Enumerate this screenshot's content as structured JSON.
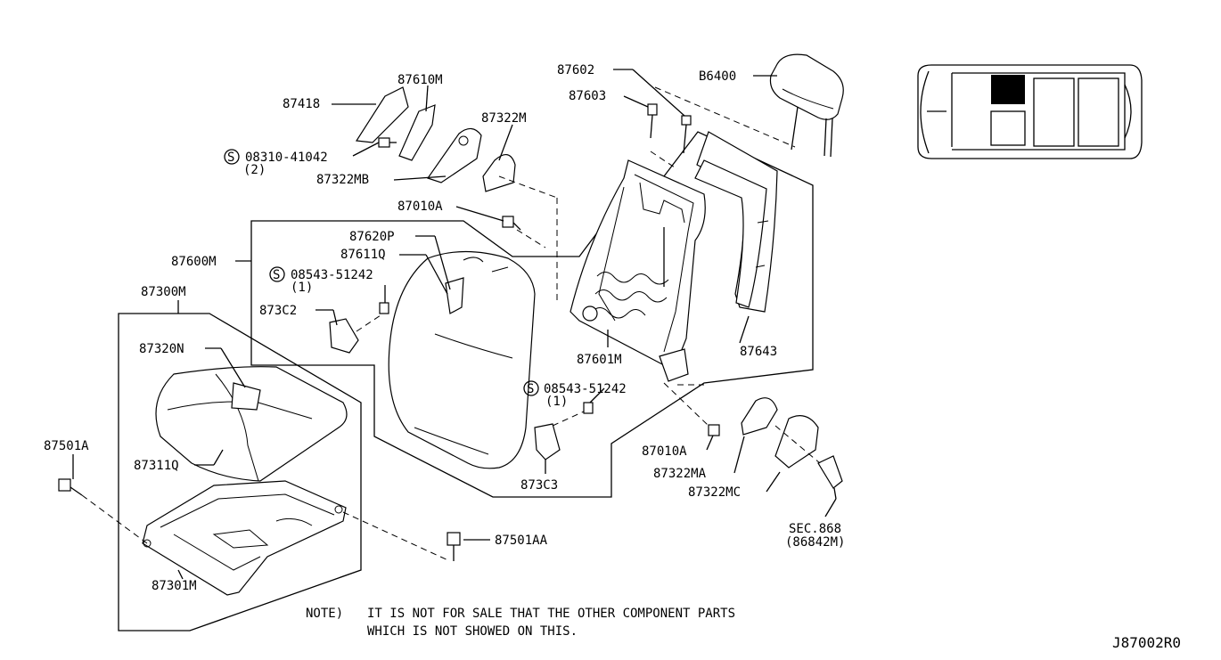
{
  "diagram": {
    "drawing_id": "J87002R0",
    "note_prefix": "NOTE)",
    "note_line1": "IT IS NOT FOR SALE THAT THE OTHER COMPONENT PARTS",
    "note_line2": "WHICH IS NOT SHOWED ON THIS.",
    "labels": {
      "p87418": "87418",
      "p87610M": "87610M",
      "s08310_41042": "08310-41042",
      "q2": "(2)",
      "p87322MB": "87322MB",
      "p87322M": "87322M",
      "p87010A_top": "87010A",
      "p87602": "87602",
      "p87603": "87603",
      "p86400": "B6400",
      "p87620P": "87620P",
      "p87611Q": "87611Q",
      "p87600M": "87600M",
      "s08543_51242_a": "08543-51242",
      "q1_a": "(1)",
      "p87300M": "87300M",
      "p873C2": "873C2",
      "p87320N": "87320N",
      "p87311Q": "87311Q",
      "p87501A": "87501A",
      "p87301M": "87301M",
      "p87501AA": "87501AA",
      "p87601M": "87601M",
      "p87643": "87643",
      "s08543_51242_b": "08543-51242",
      "q1_b": "(1)",
      "p873C3": "873C3",
      "p87010A_bot": "87010A",
      "p87322MA": "87322MA",
      "p87322MC": "87322MC",
      "sec868": "SEC.868",
      "p86842M": "(86842M)",
      "s_mark": "S"
    }
  }
}
